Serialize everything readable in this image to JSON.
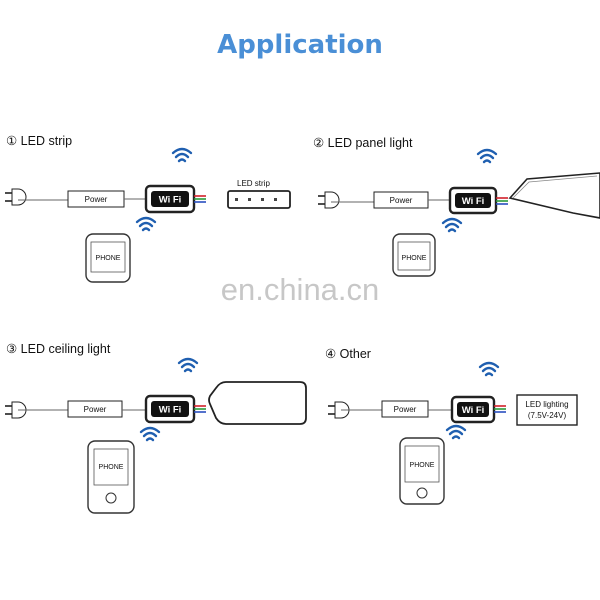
{
  "title": "Application",
  "watermark": "en.china.cn",
  "sections": [
    {
      "title": "① LED strip",
      "power_label": "Power",
      "wifi_label": "Wi Fi",
      "phone_label": "PHONE",
      "device_label": "LED strip",
      "device_label_2": ""
    },
    {
      "title": "② LED panel light",
      "power_label": "Power",
      "wifi_label": "Wi Fi",
      "phone_label": "PHONE",
      "device_label": "",
      "device_label_2": ""
    },
    {
      "title": "③ LED ceiling light",
      "power_label": "Power",
      "wifi_label": "Wi Fi",
      "phone_label": "PHONE",
      "device_label": "",
      "device_label_2": ""
    },
    {
      "title": "④ Other",
      "power_label": "Power",
      "wifi_label": "Wi Fi",
      "phone_label": "PHONE",
      "device_label": "LED lighting",
      "device_label_2": "(7.5V-24V)"
    }
  ],
  "colors": {
    "title": "#4a8fd6",
    "wifi_signal": "#1f5fb0",
    "outline": "#222222",
    "wire_red": "#d0202a",
    "wire_green": "#2a9a3a",
    "wire_blue": "#2a4fc0"
  },
  "icons": [
    "plug-icon",
    "wifi-signal-icon",
    "phone-icon",
    "led-strip-icon",
    "panel-light-icon",
    "ceiling-light-icon"
  ]
}
